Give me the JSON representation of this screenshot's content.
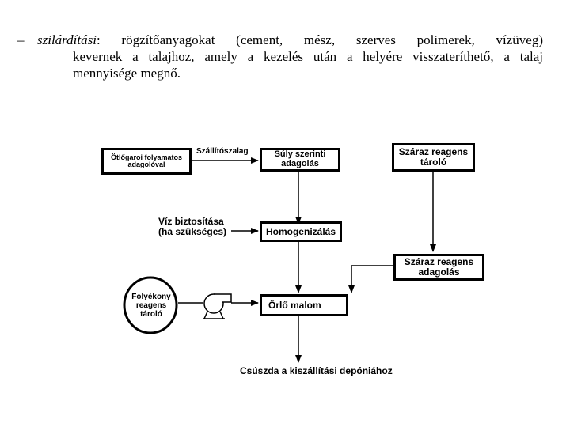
{
  "text": {
    "dash": "–",
    "term": "szilárdítási",
    "line1_rest": ": rögzítőanyagokat (cement, mész, szerves polimerek, vízüveg)",
    "line2": "kevernek a talajhoz, amely a kezelés után a helyére visszateríthető, a talaj",
    "line3": "mennyisége megnő."
  },
  "diagram": {
    "source_box": "Ötlőgaroi folyamatos adagolóval",
    "conveyor": "Szállítószalag",
    "weigh_box": "Súly szerinti adagolás",
    "dry_store_box": "Száraz reagens tároló",
    "water_label": "Víz biztosítása (ha szükséges)",
    "homog_box": "Homogenizálás",
    "dry_dose_box": "Száraz reagens adagolás",
    "liquid_store": "Folyékony reagens tároló",
    "mill_box": "Őrlő malom",
    "output": "Csúszda a kiszállítási depóniához"
  }
}
